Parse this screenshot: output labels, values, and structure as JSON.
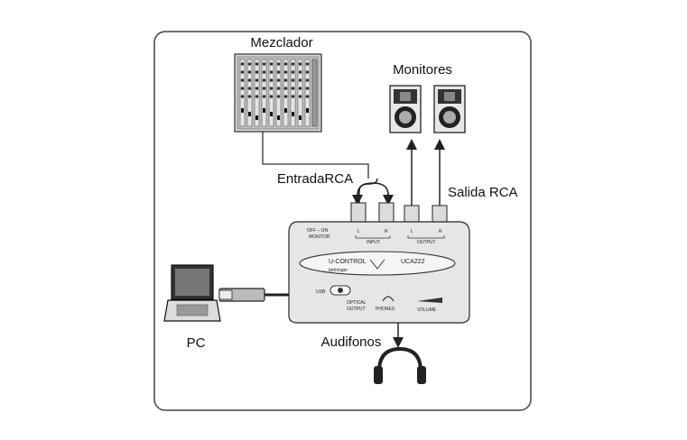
{
  "labels": {
    "mixer": "Mezclador",
    "monitors": "Monitores",
    "input_rca": "EntradaRCA",
    "output_rca": "Salida RCA",
    "pc": "PC",
    "headphones": "Audifonos"
  },
  "device": {
    "brand": "behringer",
    "model_left": "U-CONTROL",
    "model_right": "UCA222",
    "off_on": "OFF – ON",
    "monitor": "MONITOR",
    "input": "INPUT",
    "output": "OUTPUT",
    "l": "L",
    "r": "R",
    "usb": "USB",
    "optical": "OPTICAL",
    "optical2": "OUTPUT",
    "phones": "PHONES",
    "volume": "VOLUME"
  },
  "icons": [
    "mixer-icon",
    "speaker-icon",
    "laptop-icon",
    "usb-plug-icon",
    "headphones-icon"
  ]
}
